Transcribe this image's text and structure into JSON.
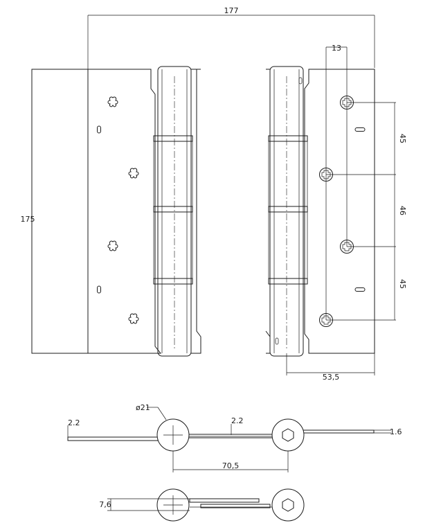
{
  "drawing": {
    "front_view": {
      "dimensions": {
        "overall_width": "177",
        "overall_height": "175",
        "hole_offset": "13",
        "hole_pitch_top": "45",
        "hole_pitch_middle": "46",
        "hole_pitch_bottom": "45",
        "leaf_offset": "53,5"
      }
    },
    "section_open": {
      "dimensions": {
        "leaf_thickness_left": "2.2",
        "leaf_thickness_mid": "2.2",
        "knuckle_diameter": "ø21",
        "leaf_thickness_right": "1.6",
        "knuckle_spacing": "70,5"
      }
    },
    "section_closed": {
      "dimensions": {
        "closed_thickness": "7,6"
      }
    }
  }
}
